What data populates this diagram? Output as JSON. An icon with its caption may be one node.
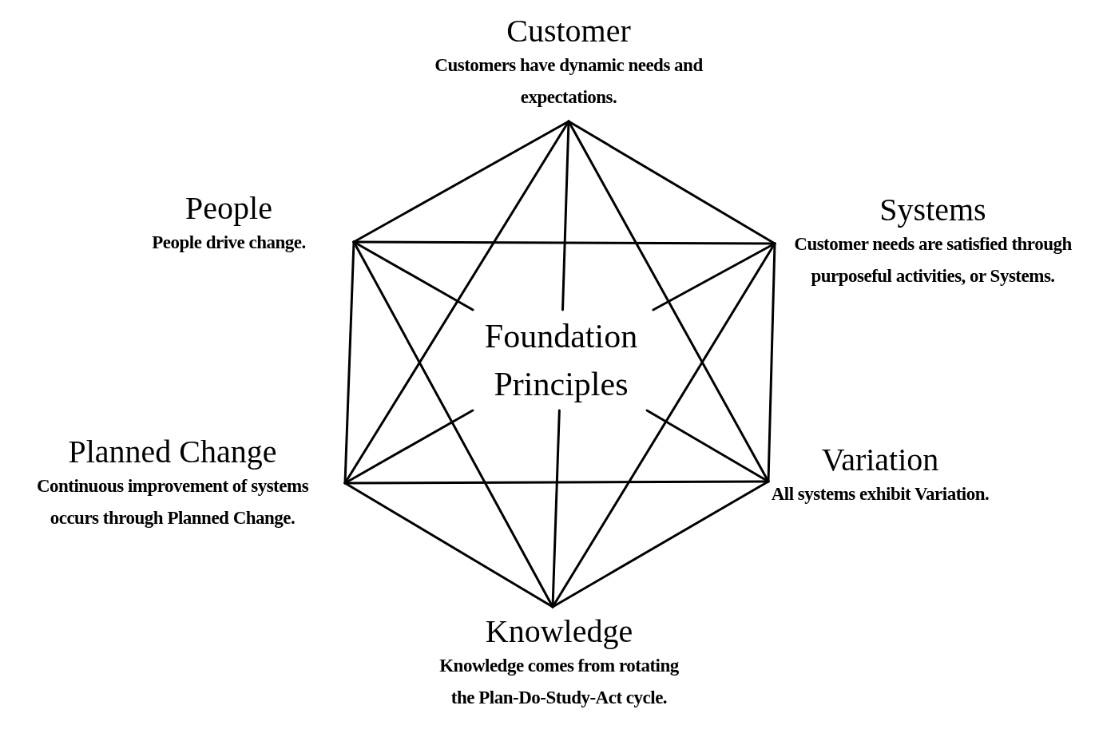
{
  "diagram": {
    "nodes": [
      {
        "text": [
          "Foundation Principles"
        ]
      },
      {
        "text": [
          "Customer",
          "Customers have dynamic needs and expectations."
        ]
      },
      {
        "text": [
          "Systems",
          "Customer needs are satisfied through purposeful activities, or Systems."
        ]
      },
      {
        "text": [
          "Variation",
          "All systems exhibit Variation."
        ]
      },
      {
        "text": [
          "Knowledge",
          "Knowledge comes from rotating the Plan-Do-Study-Act cycle."
        ]
      },
      {
        "text": [
          "Planned Change",
          "Continuous improvement of systems occurs through Planned Change."
        ]
      },
      {
        "text": [
          "People",
          "People drive change."
        ]
      }
    ],
    "edges": [
      {
        "from": 1,
        "to": 2,
        "arrow": "none"
      },
      {
        "from": 2,
        "to": 3,
        "arrow": "none"
      },
      {
        "from": 3,
        "to": 4,
        "arrow": "none"
      },
      {
        "from": 4,
        "to": 5,
        "arrow": "none"
      },
      {
        "from": 5,
        "to": 6,
        "arrow": "none"
      },
      {
        "from": 6,
        "to": 1,
        "arrow": "none"
      },
      {
        "from": 1,
        "to": 3,
        "arrow": "none"
      },
      {
        "from": 3,
        "to": 5,
        "arrow": "none"
      },
      {
        "from": 5,
        "to": 1,
        "arrow": "none"
      },
      {
        "from": 6,
        "to": 2,
        "arrow": "none"
      },
      {
        "from": 2,
        "to": 4,
        "arrow": "none"
      },
      {
        "from": 4,
        "to": 6,
        "arrow": "none"
      },
      {
        "from": 1,
        "to": 0,
        "arrow": "none"
      },
      {
        "from": 2,
        "to": 0,
        "arrow": "none"
      },
      {
        "from": 3,
        "to": 0,
        "arrow": "none"
      },
      {
        "from": 4,
        "to": 0,
        "arrow": "none"
      },
      {
        "from": 5,
        "to": 0,
        "arrow": "none"
      },
      {
        "from": 6,
        "to": 0,
        "arrow": "none"
      }
    ]
  }
}
